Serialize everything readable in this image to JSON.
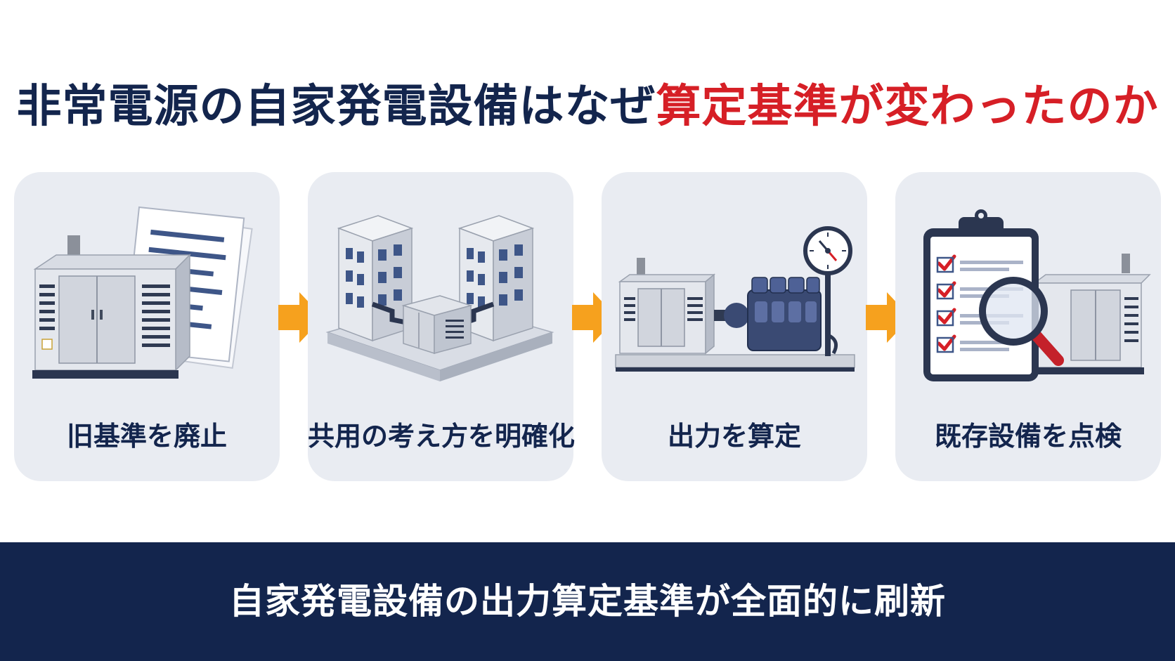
{
  "title": {
    "part1": "非常電源の自家発電設備はなぜ",
    "part2": "算定基準が変わったのか"
  },
  "steps": [
    {
      "label": "旧基準を廃止",
      "icon": "generator-document-icon"
    },
    {
      "label": "共用の考え方を明確化",
      "icon": "shared-buildings-generator-icon"
    },
    {
      "label": "出力を算定",
      "icon": "engine-gauge-icon"
    },
    {
      "label": "既存設備を点検",
      "icon": "checklist-magnifier-icon"
    }
  ],
  "banner": {
    "text": "自家発電設備の出力算定基準が全面的に刷新"
  },
  "colors": {
    "navy": "#13254d",
    "red": "#d61f26",
    "orange": "#f6a11e",
    "card_bg": "#e9ecf2"
  }
}
